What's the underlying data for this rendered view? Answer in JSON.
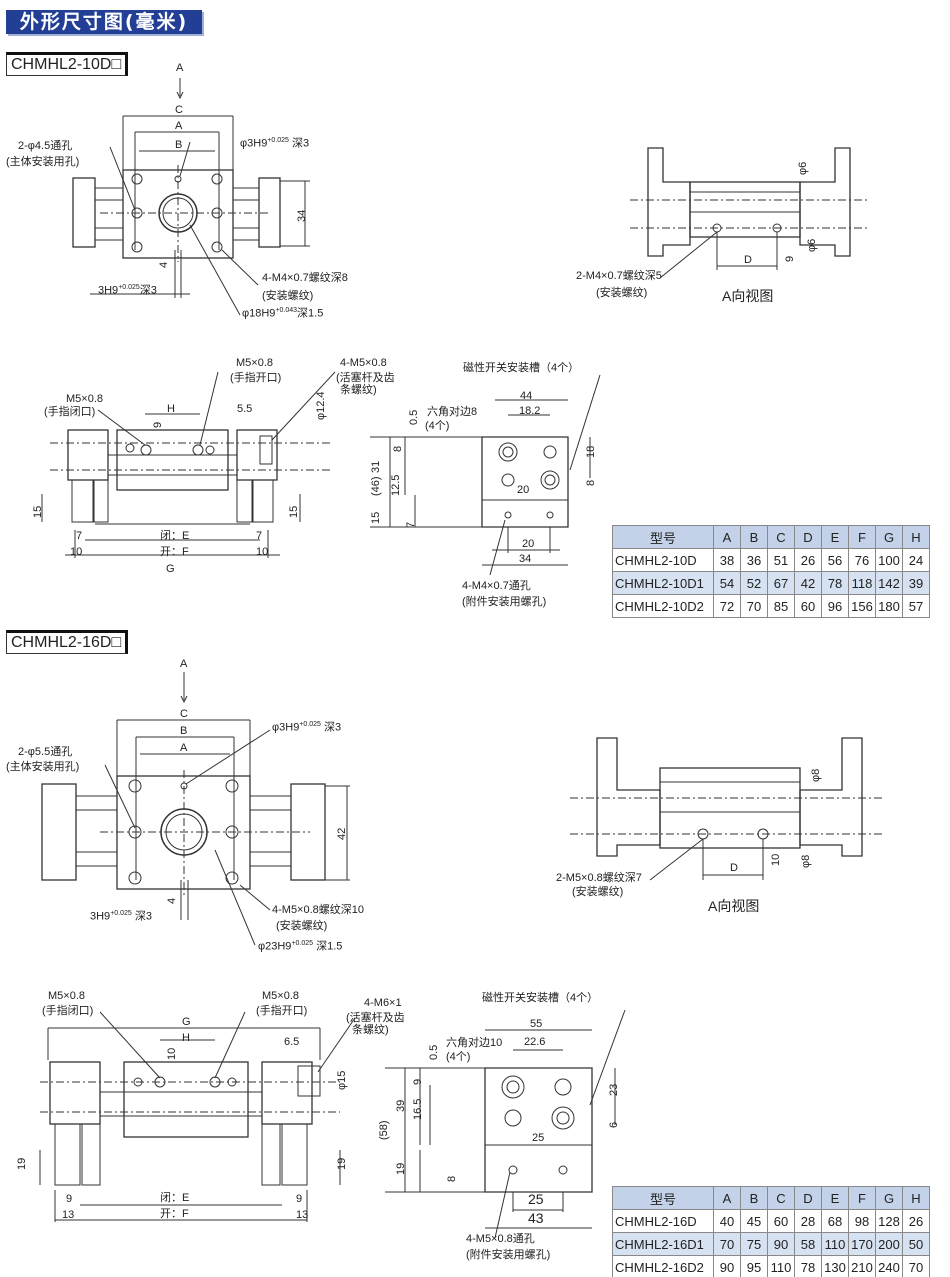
{
  "title": "外形尺寸图(毫米)",
  "sections": [
    {
      "model": "CHMHL2-10D□",
      "top": {
        "arrow": "A",
        "c": "C",
        "a": "A",
        "b": "B",
        "hole1": "2-φ4.5通孔",
        "hole1_note": "(主体安装用孔)",
        "pin": "φ3H9",
        "pin_tol_up": "+0.025",
        "pin_tol_low": "0",
        "pin_depth": "深3",
        "dim34": "34",
        "dim4": "4",
        "slot": "3H9",
        "slot_tol_up": "+0.025",
        "slot_tol_low": "0",
        "slot_depth": "深3",
        "thread": "4-M4×0.7螺纹深8",
        "thread_note": "(安装螺纹)",
        "bore": "φ18H9",
        "bore_tol_up": "+0.043",
        "bore_tol_low": "0",
        "bore_depth": "深1.5"
      },
      "aview": {
        "phi_top": "φ6",
        "phi_bot": "φ6",
        "dim9": "9",
        "d": "D",
        "thread": "2-M4×0.7螺纹深5",
        "thread_note": "(安装螺纹)",
        "caption": "A向视图"
      },
      "front": {
        "open_port": "M5×0.8",
        "open_note": "(手指开口)",
        "rod_thread": "4-M5×0.8",
        "rod_note1": "(活塞杆及齿",
        "rod_note2": "条螺纹)",
        "close_port": "M5×0.8",
        "close_note": "(手指闭口)",
        "h": "H",
        "dim9": "9",
        "dim55": "5.5",
        "phi": "φ12.4",
        "dim15l": "15",
        "dim15r": "15",
        "dim7l": "7",
        "dim7r": "7",
        "dim10l": "10",
        "dim10r": "10",
        "e": "闭：E",
        "f": "开：F",
        "g": "G"
      },
      "side": {
        "groove": "磁性开关安装槽（4个）",
        "dim44": "44",
        "dim182": "18.2",
        "dim05": "0.5",
        "hex": "六角对边8",
        "hex_note": "(4个)",
        "dim8a": "8",
        "dim31": "31",
        "dim125": "12.5",
        "dim46": "(46)",
        "dim15": "15",
        "dim7": "7",
        "dim20a": "20",
        "dim18": "18",
        "dim8b": "8",
        "dim20b": "20",
        "dim34": "34",
        "thru": "4-M4×0.7通孔",
        "thru_note": "(附件安装用螺孔)"
      },
      "table": {
        "headers": [
          "型号",
          "A",
          "B",
          "C",
          "D",
          "E",
          "F",
          "G",
          "H"
        ],
        "rows": [
          [
            "CHMHL2-10D",
            "38",
            "36",
            "51",
            "26",
            "56",
            "76",
            "100",
            "24"
          ],
          [
            "CHMHL2-10D1",
            "54",
            "52",
            "67",
            "42",
            "78",
            "118",
            "142",
            "39"
          ],
          [
            "CHMHL2-10D2",
            "72",
            "70",
            "85",
            "60",
            "96",
            "156",
            "180",
            "57"
          ]
        ]
      }
    },
    {
      "model": "CHMHL2-16D□",
      "top": {
        "arrow": "A",
        "c": "C",
        "a": "A",
        "b": "B",
        "hole1": "2-φ5.5通孔",
        "hole1_note": "(主体安装用孔)",
        "pin": "φ3H9",
        "pin_tol_up": "+0.025",
        "pin_tol_low": "0",
        "pin_depth": "深3",
        "dim42": "42",
        "dim4": "4",
        "slot": "3H9",
        "slot_tol_up": "+0.025",
        "slot_tol_low": "0",
        "slot_depth": "深3",
        "thread": "4-M5×0.8螺纹深10",
        "thread_note": "(安装螺纹)",
        "bore": "φ23H9",
        "bore_tol_up": "+0.025",
        "bore_tol_low": "0",
        "bore_depth": "深1.5"
      },
      "aview": {
        "phi_top": "φ8",
        "phi_bot": "φ8",
        "dim10": "10",
        "d": "D",
        "thread": "2-M5×0.8螺纹深7",
        "thread_note": "(安装螺纹)",
        "caption": "A向视图"
      },
      "front": {
        "close_port": "M5×0.8",
        "close_note": "(手指闭口)",
        "open_port": "M5×0.8",
        "open_note": "(手指开口)",
        "rod_thread": "4-M6×1",
        "rod_note1": "(活塞杆及齿",
        "rod_note2": "条螺纹)",
        "g": "G",
        "h": "H",
        "dim10": "10",
        "dim65": "6.5",
        "phi": "φ15",
        "dim19l": "19",
        "dim19r": "19",
        "dim9l": "9",
        "dim9r": "9",
        "dim13l": "13",
        "dim13r": "13",
        "e": "闭：E",
        "f": "开：F"
      },
      "side": {
        "groove": "磁性开关安装槽（4个）",
        "dim55": "55",
        "dim226": "22.6",
        "dim05": "0.5",
        "hex": "六角对边10",
        "hex_note": "(4个)",
        "dim9": "9",
        "dim165": "16.5",
        "dim39": "39",
        "dim58": "(58)",
        "dim19": "19",
        "dim8": "8",
        "dim25a": "25",
        "dim23": "23",
        "dim6": "6",
        "dim25b": "25",
        "dim43": "43",
        "thru": "4-M5×0.8通孔",
        "thru_note": "(附件安装用螺孔)"
      },
      "table": {
        "headers": [
          "型号",
          "A",
          "B",
          "C",
          "D",
          "E",
          "F",
          "G",
          "H"
        ],
        "rows": [
          [
            "CHMHL2-16D",
            "40",
            "45",
            "60",
            "28",
            "68",
            "98",
            "128",
            "26"
          ],
          [
            "CHMHL2-16D1",
            "70",
            "75",
            "90",
            "58",
            "110",
            "170",
            "200",
            "50"
          ],
          [
            "CHMHL2-16D2",
            "90",
            "95",
            "110",
            "78",
            "130",
            "210",
            "240",
            "70"
          ]
        ]
      }
    }
  ]
}
